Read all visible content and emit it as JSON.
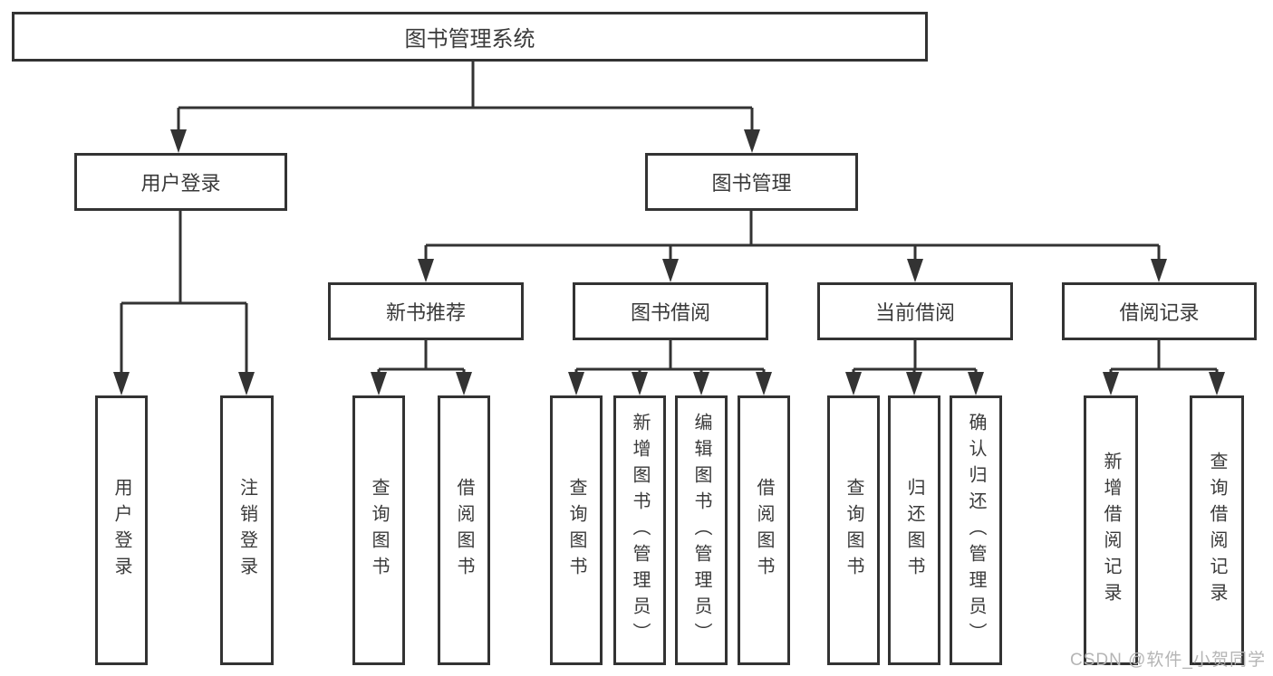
{
  "tree": {
    "label": "图书管理系统",
    "children": [
      {
        "label": "用户登录",
        "children": [
          {
            "label": "用户登录"
          },
          {
            "label": "注销登录"
          }
        ]
      },
      {
        "label": "图书管理",
        "children": [
          {
            "label": "新书推荐",
            "children": [
              {
                "label": "查询图书"
              },
              {
                "label": "借阅图书"
              }
            ]
          },
          {
            "label": "图书借阅",
            "children": [
              {
                "label": "查询图书"
              },
              {
                "label": "新增图书（管理员）"
              },
              {
                "label": "编辑图书（管理员）"
              },
              {
                "label": "借阅图书"
              }
            ]
          },
          {
            "label": "当前借阅",
            "children": [
              {
                "label": "查询图书"
              },
              {
                "label": "归还图书"
              },
              {
                "label": "确认归还（管理员）"
              }
            ]
          },
          {
            "label": "借阅记录",
            "children": [
              {
                "label": "新增借阅记录"
              },
              {
                "label": "查询借阅记录"
              }
            ]
          }
        ]
      }
    ]
  },
  "watermark": {
    "text": "CSDN @软件_小贺同学"
  },
  "colors": {
    "line": "#333333",
    "node_border": "#333333",
    "node_text": "#3a3a3a",
    "background": "#ffffff",
    "watermark": "#b5b5b5"
  }
}
